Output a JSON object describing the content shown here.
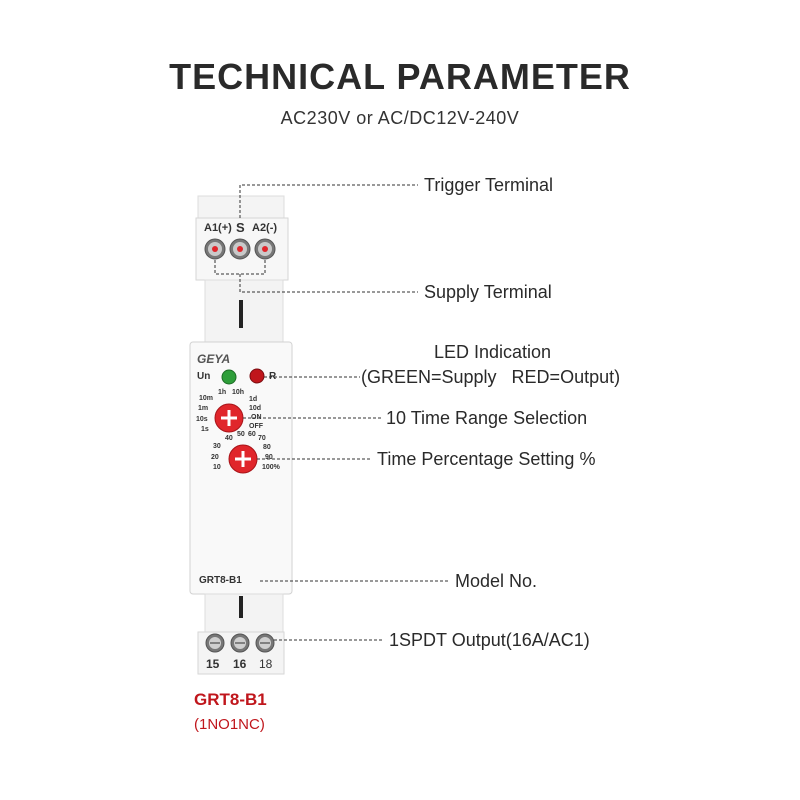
{
  "header": {
    "title": "TECHNICAL PARAMETER",
    "subtitle": "AC230V or AC/DC12V-240V"
  },
  "callouts": {
    "trigger": "Trigger Terminal",
    "supply": "Supply Terminal",
    "led_title": "LED Indication",
    "led_detail": "(GREEN=Supply   RED=Output)",
    "time_range": "10 Time Range Selection",
    "time_percent": "Time Percentage Setting %",
    "model_no": "Model No.",
    "output": "1SPDT Output(16A/AC1)"
  },
  "device": {
    "brand": "GEYA",
    "top_terminals": [
      "A1(+)",
      "S",
      "A2(-)"
    ],
    "led_labels": [
      "Un",
      "R"
    ],
    "range_dial_labels": [
      "10m",
      "1m",
      "10s",
      "1s",
      "1h",
      "10h",
      "1d",
      "10d",
      "ON",
      "OFF"
    ],
    "percent_dial_labels": [
      "40",
      "50",
      "60",
      "70",
      "30",
      "80",
      "20",
      "90",
      "10",
      "100%"
    ],
    "model_label": "GRT8-B1",
    "bottom_terminals": [
      "15",
      "16",
      "18"
    ]
  },
  "product": {
    "model": "GRT8-B1",
    "contact": "(1NO1NC)"
  },
  "colors": {
    "led_green": "#2e9e3a",
    "led_red": "#c0161c",
    "dial_red": "#e0262b",
    "model_red": "#c0161c"
  }
}
